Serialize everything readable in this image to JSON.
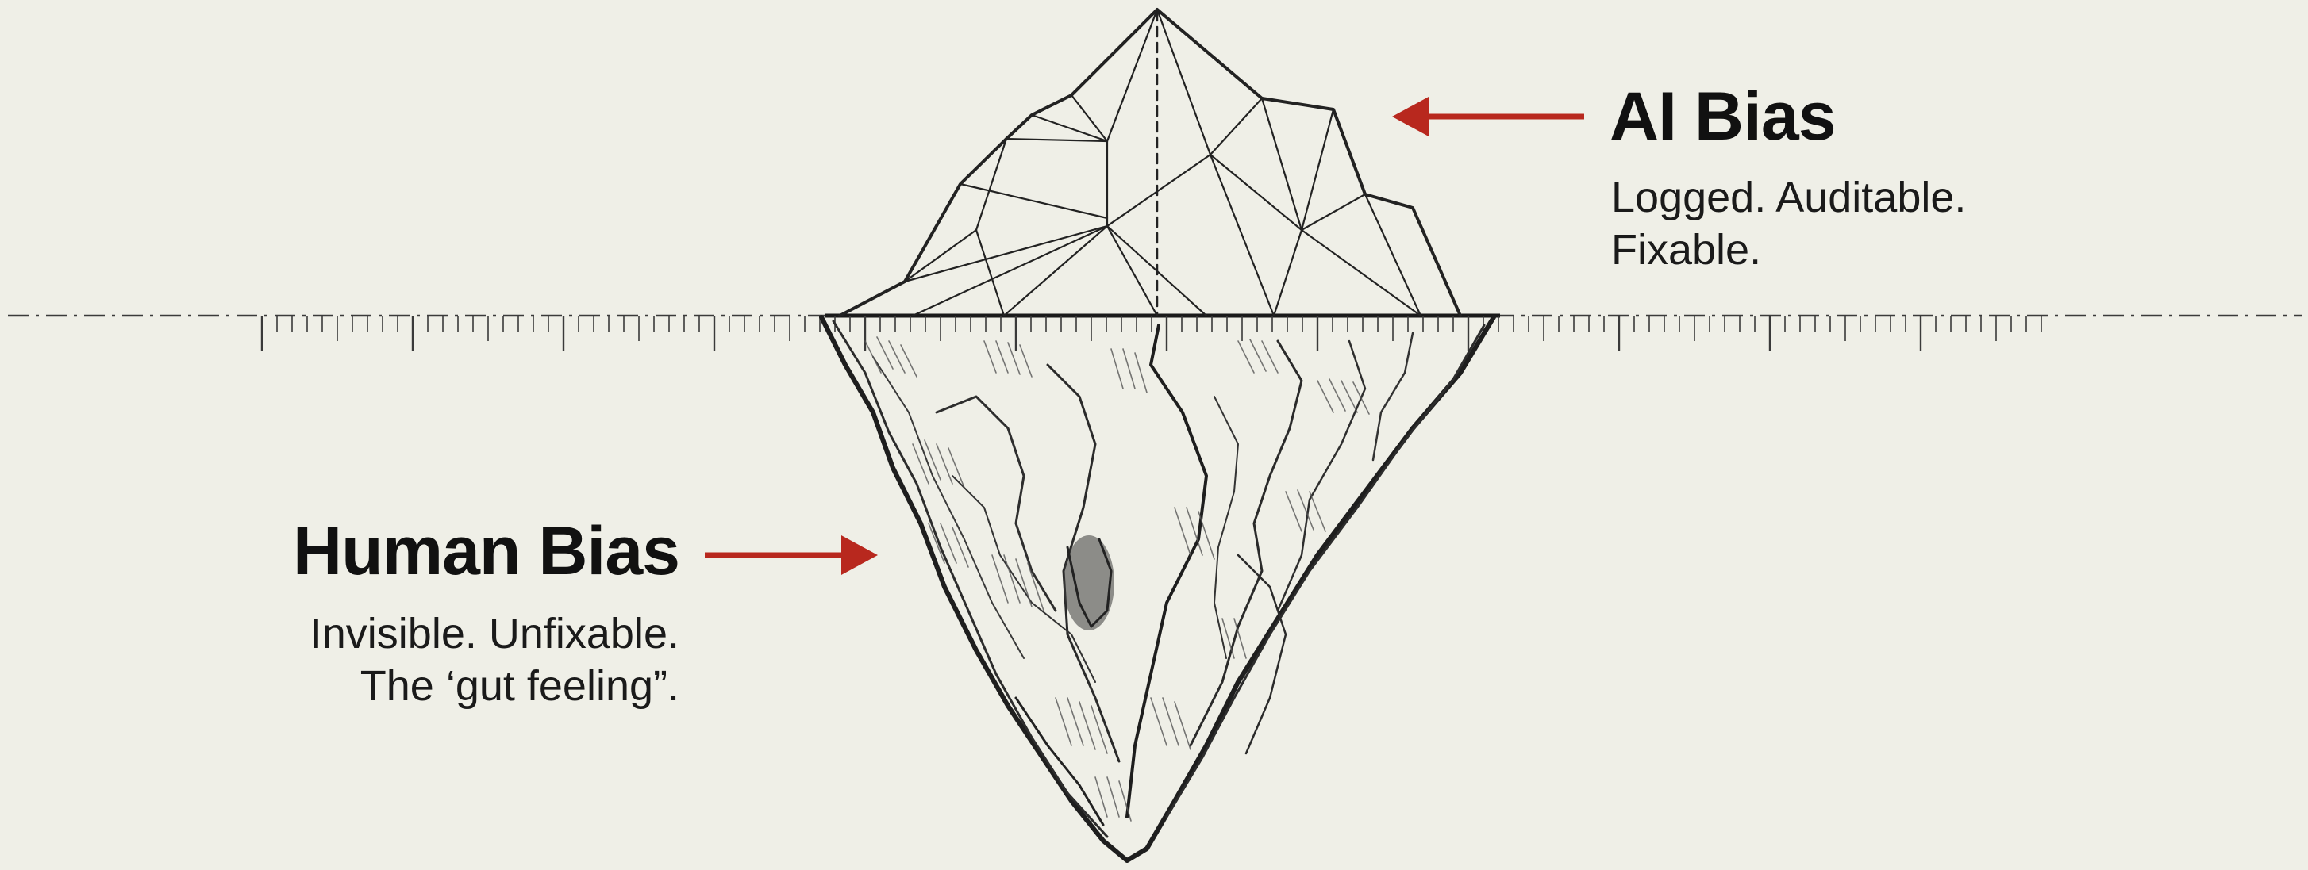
{
  "ai_bias": {
    "title": "AI Bias",
    "lines": [
      "Logged. Auditable.",
      "Fixable."
    ]
  },
  "human_bias": {
    "title": "Human Bias",
    "lines": [
      "Invisible. Unfixable.",
      "The ‘gut feeling”."
    ]
  },
  "colors": {
    "background": "#efefe7",
    "ink": "#111111",
    "arrow": "#b8281e"
  },
  "icons": {
    "ai_arrow": "arrow-left-icon",
    "human_arrow": "arrow-right-icon",
    "iceberg_tip": "faceted-iceberg-tip-icon",
    "iceberg_base": "sketched-iceberg-base-icon"
  }
}
